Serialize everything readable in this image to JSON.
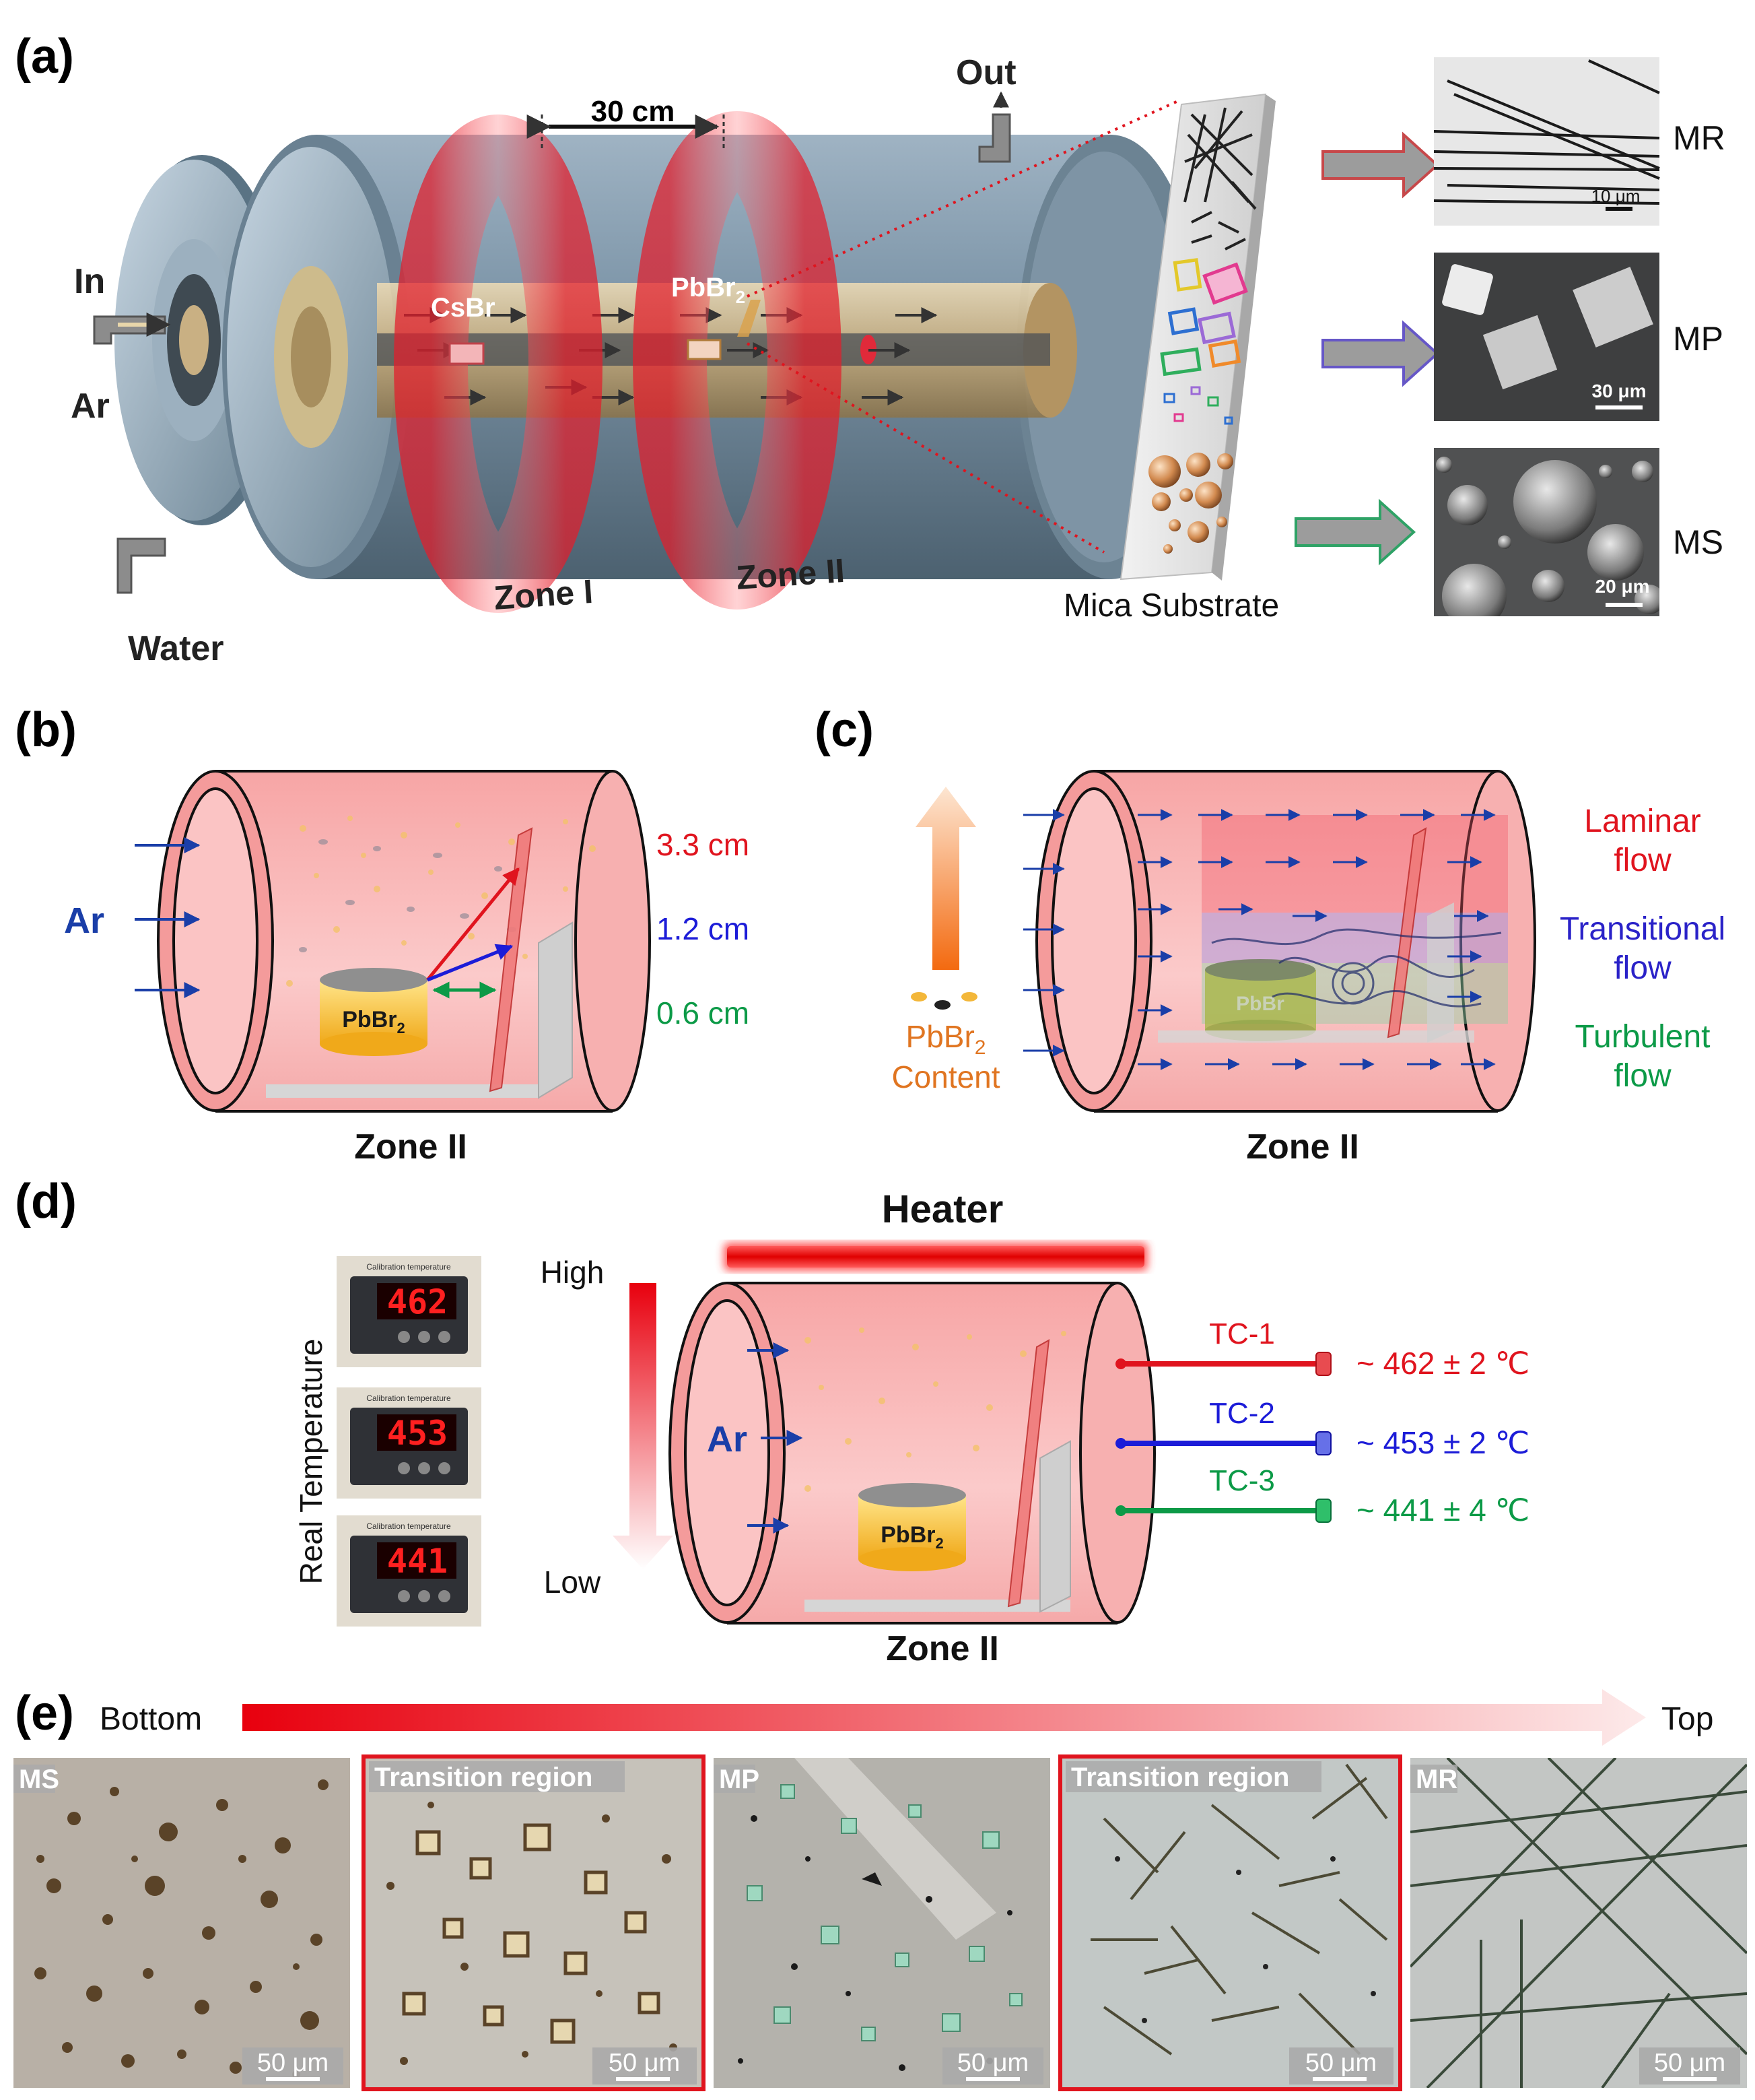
{
  "panels": {
    "a": {
      "label": "(a)",
      "distance": "30 cm",
      "out": "Out",
      "in": "In",
      "ar": "Ar",
      "water": "Water",
      "csbr": "CsBr",
      "pbbr2": "PbBr",
      "pbbr2_sub": "2",
      "zone1": "Zone I",
      "zone2": "Zone II",
      "substrate": "Mica Substrate",
      "micrographs": [
        {
          "tag": "MR",
          "scale": "10 μm"
        },
        {
          "tag": "MP",
          "scale": "30 μm"
        },
        {
          "tag": "MS",
          "scale": "20 μm"
        }
      ]
    },
    "b": {
      "label": "(b)",
      "ar": "Ar",
      "pbbr2": "PbBr",
      "pbbr2_sub": "2",
      "distances": [
        "3.3 cm",
        "1.2 cm",
        "0.6 cm"
      ],
      "distance_colors": [
        "#e0141e",
        "#1c1cd8",
        "#0c9a47"
      ],
      "zone": "Zone II"
    },
    "c": {
      "label": "(c)",
      "content_line1": "PbBr",
      "content_sub": "2",
      "content_line2": "Content",
      "pbbr2_fade": "PbBr",
      "flows": [
        {
          "line1": "Laminar",
          "line2": "flow",
          "color": "#e0141e"
        },
        {
          "line1": "Transitional",
          "line2": "flow",
          "color": "#2a22c8"
        },
        {
          "line1": "Turbulent",
          "line2": "flow",
          "color": "#0c9a47"
        }
      ],
      "zone": "Zone II"
    },
    "d": {
      "label": "(d)",
      "heater": "Heater",
      "real_temperature": "Real Temperature",
      "high": "High",
      "low": "Low",
      "ar": "Ar",
      "pbbr2": "PbBr",
      "pbbr2_sub": "2",
      "zone": "Zone II",
      "meter_caption": "Calibration temperature",
      "meters": [
        "462",
        "453",
        "441"
      ],
      "thermocouples": [
        {
          "name": "TC-1",
          "reading": "~ 462 ± 2 ℃",
          "color": "#e0141e"
        },
        {
          "name": "TC-2",
          "reading": "~ 453 ± 2 ℃",
          "color": "#1c1cd8"
        },
        {
          "name": "TC-3",
          "reading": "~ 441 ± 4 ℃",
          "color": "#0c9a47"
        }
      ]
    },
    "e": {
      "label": "(e)",
      "bottom": "Bottom",
      "top": "Top",
      "images": [
        {
          "tag": "MS",
          "scale": "50 μm"
        },
        {
          "tag": "Transition region",
          "scale": "50 μm"
        },
        {
          "tag": "MP",
          "scale": "50 μm"
        },
        {
          "tag": "Transition region",
          "scale": "50 μm"
        },
        {
          "tag": "MR",
          "scale": "50 μm"
        }
      ]
    }
  }
}
